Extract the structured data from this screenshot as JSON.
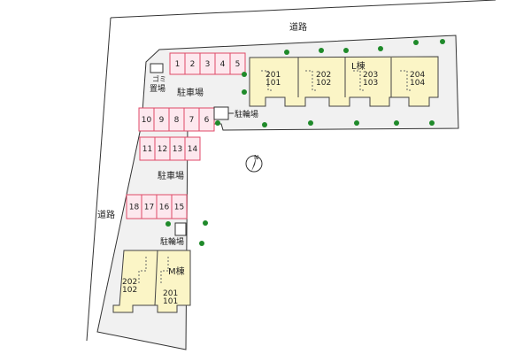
{
  "roads": {
    "top": "道路",
    "left": "道路"
  },
  "building_l": {
    "label": "L棟",
    "units": [
      {
        "upper": "201",
        "lower": "101"
      },
      {
        "upper": "202",
        "lower": "102"
      },
      {
        "upper": "203",
        "lower": "103"
      },
      {
        "upper": "204",
        "lower": "104"
      }
    ]
  },
  "building_m": {
    "label": "M棟",
    "units": [
      {
        "upper": "202",
        "lower": "102"
      },
      {
        "upper": "201",
        "lower": "101"
      }
    ]
  },
  "parking": {
    "label_north": "駐車場",
    "label_middle": "駐車場",
    "row1": [
      "1",
      "2",
      "3",
      "4",
      "5"
    ],
    "row2": [
      "10",
      "9",
      "8",
      "7",
      "6"
    ],
    "row3": [
      "11",
      "12",
      "13",
      "14"
    ],
    "row4": [
      "18",
      "17",
      "16",
      "15"
    ]
  },
  "bicycle_parking": {
    "east": "駐輪場",
    "south": "駐輪場"
  },
  "garbage": {
    "line1": "ゴミ",
    "line2": "置場"
  },
  "compass": {
    "north": "N"
  },
  "colors": {
    "parking_stroke": "#e04a68",
    "parking_fill": "#fde8ee",
    "building_fill": "#fbf5c6",
    "site_fill": "#f1f1f1",
    "tree": "#1f8a2a"
  }
}
